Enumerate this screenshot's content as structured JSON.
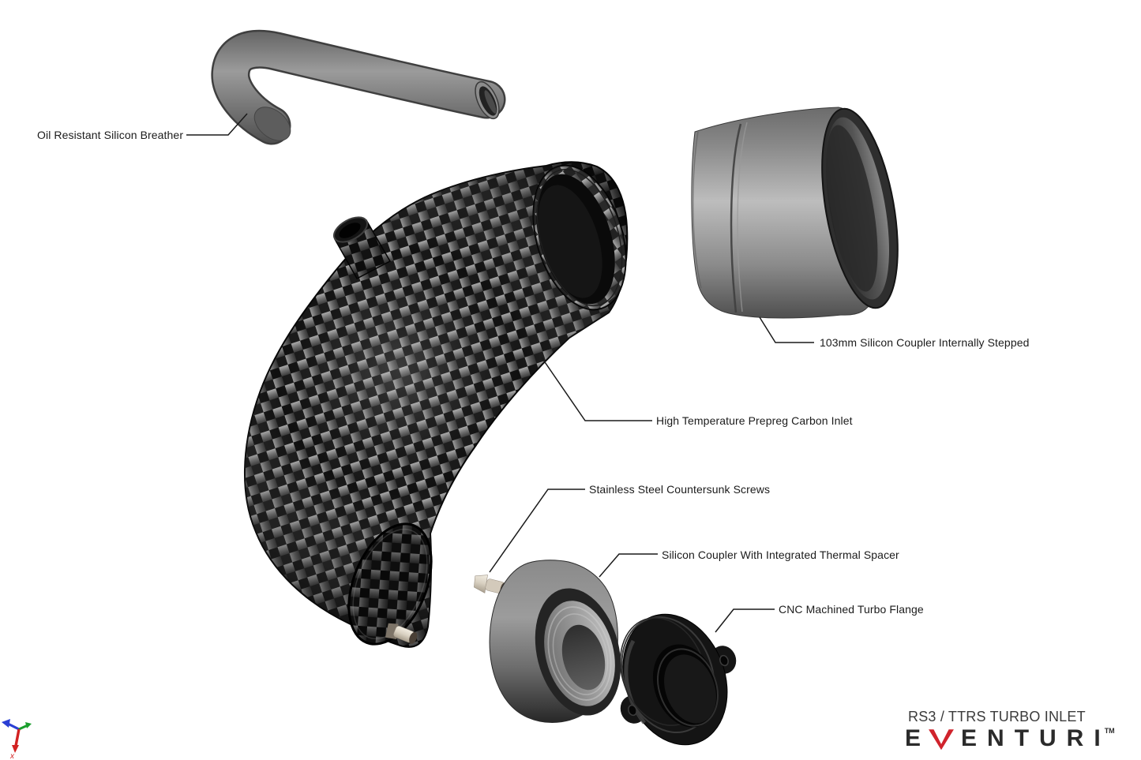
{
  "page": {
    "background_color": "#ffffff"
  },
  "labels": {
    "breather": "Oil Resistant Silicon Breather",
    "coupler_103": "103mm Silicon Coupler Internally Stepped",
    "carbon_inlet": "High Temperature Prepreg Carbon Inlet",
    "screws": "Stainless Steel Countersunk Screws",
    "thermal_coupler": "Silicon Coupler With Integrated Thermal Spacer",
    "turbo_flange": "CNC Machined Turbo Flange"
  },
  "brand": {
    "product_line": "RS3 / TTRS TURBO INLET",
    "logo_first_letter": "E",
    "logo_rest": "ENTURI",
    "trademark": "TM",
    "logo_red": "#d0232c",
    "logo_text_color": "#2b2b2b"
  },
  "triad": {
    "x_axis_label": "x"
  },
  "colors": {
    "label_text": "#1b1b1b",
    "leader_line": "#1a1a1a",
    "product_line_text": "#3b3b3b"
  }
}
